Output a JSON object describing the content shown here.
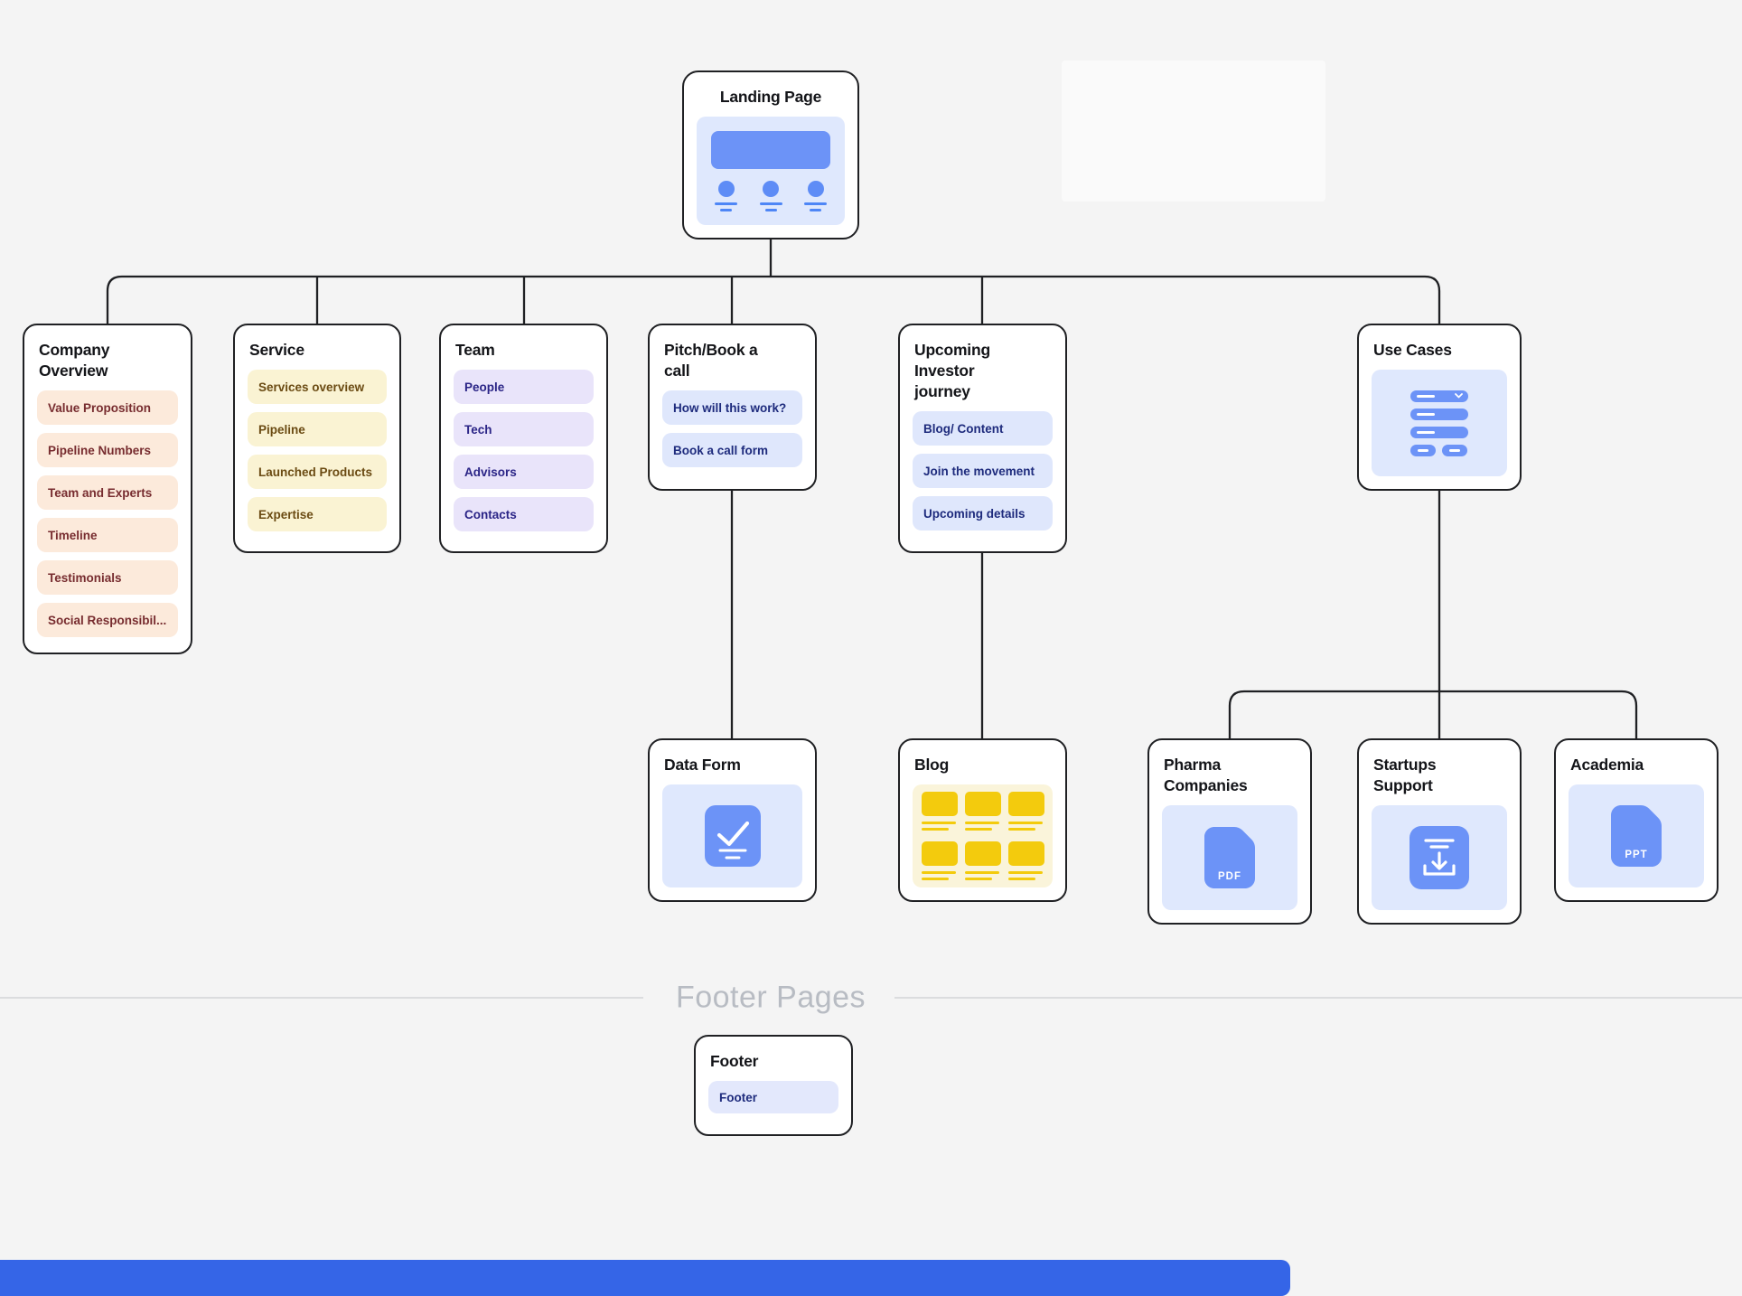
{
  "divider": {
    "label": "Footer Pages"
  },
  "cards": {
    "landing": {
      "title": "Landing Page"
    },
    "company_overview": {
      "title": "Company Overview",
      "items": [
        "Value Proposition",
        "Pipeline Numbers",
        "Team and Experts",
        "Timeline",
        "Testimonials",
        "Social Responsibil..."
      ]
    },
    "service": {
      "title": "Service",
      "items": [
        "Services overview",
        "Pipeline",
        "Launched Products",
        "Expertise"
      ]
    },
    "team": {
      "title": "Team",
      "items": [
        "People",
        "Tech",
        "Advisors",
        "Contacts"
      ]
    },
    "pitch": {
      "title": "Pitch/Book a call",
      "items": [
        "How will this work?",
        "Book a call form"
      ]
    },
    "upcoming": {
      "title": "Upcoming Investor journey",
      "items": [
        "Blog/ Content",
        "Join the movement",
        "Upcoming details"
      ]
    },
    "use_cases": {
      "title": "Use Cases"
    },
    "data_form": {
      "title": "Data Form"
    },
    "blog": {
      "title": "Blog"
    },
    "pharma": {
      "title": "Pharma Companies",
      "file_label": "PDF"
    },
    "startups": {
      "title": "Startups Support"
    },
    "academia": {
      "title": "Academia",
      "file_label": "PPT"
    },
    "footer": {
      "title": "Footer",
      "items": [
        "Footer"
      ]
    }
  },
  "colors": {
    "canvas_bg": "#f4f4f4",
    "card_border": "#1f2023",
    "connector": "#1f2023",
    "peach_bg": "#fceadb",
    "peach_text": "#772c2f",
    "yellow_bg": "#faf3d3",
    "yellow_text": "#6b4b13",
    "lavender_bg": "#e9e4fa",
    "lavender_text": "#2a2486",
    "blue_item_bg": "#dfe7fc",
    "blue_item_text": "#1e2b7d",
    "icon_panel_bg": "#dfe8fd",
    "icon_blue": "#6c93f7",
    "blog_panel_bg": "#faf4da",
    "blog_gold": "#f3cb0d",
    "divider_text": "#b8bcc3",
    "bottom_bar": "#3565e7"
  }
}
